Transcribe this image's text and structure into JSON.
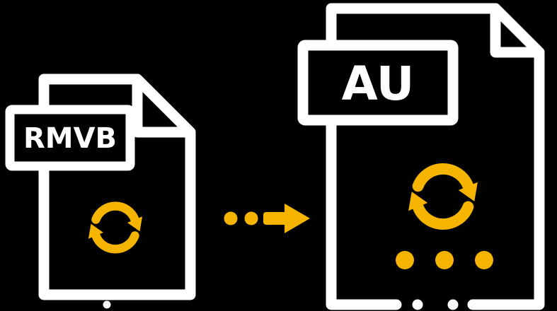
{
  "illustration": {
    "type": "file-conversion",
    "source_file": {
      "format_label": "RMVB"
    },
    "target_file": {
      "format_label": "AU"
    }
  },
  "icons": {
    "source": "document-file-icon",
    "target": "document-file-icon",
    "convert": "sync-arrows-icon",
    "flow": "dotted-arrow-right-icon",
    "ellipsis": "three-dots-icon"
  },
  "colors": {
    "background": "#000000",
    "file_outline": "#FFFFFF",
    "accent_yellow": "#F5B400",
    "label_text": "#FFFFFF"
  }
}
